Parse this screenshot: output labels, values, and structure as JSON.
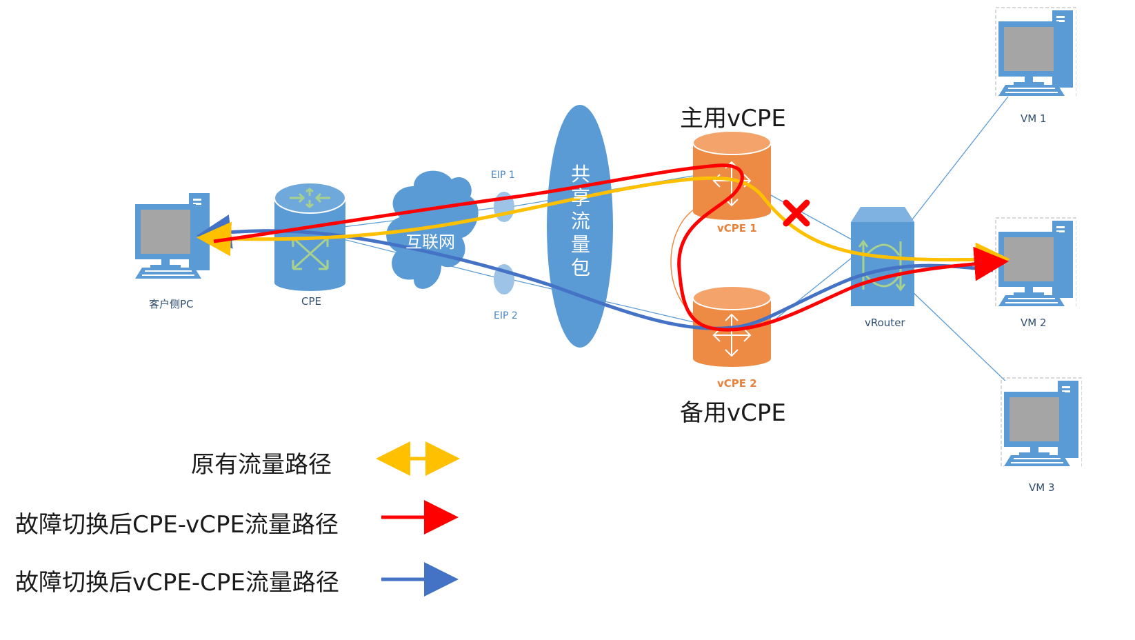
{
  "nodes": {
    "client_pc": "客户侧PC",
    "cpe": "CPE",
    "internet": "互联网",
    "eip1": "EIP 1",
    "eip2": "EIP 2",
    "shared_bandwidth": "共享流量包",
    "primary_vcpe_title": "主用vCPE",
    "vcpe1": "vCPE 1",
    "vcpe2": "vCPE 2",
    "backup_vcpe_title": "备用vCPE",
    "vrouter": "vRouter",
    "vm1": "VM 1",
    "vm2": "VM 2",
    "vm3": "VM 3"
  },
  "legend": [
    {
      "label": "原有流量路径",
      "color": "#ffc000",
      "style": "double-arrow"
    },
    {
      "label": "故障切换后CPE-vCPE流量路径",
      "color": "#ff0000",
      "style": "arrow"
    },
    {
      "label": "故障切换后vCPE-CPE流量路径",
      "color": "#4472c4",
      "style": "arrow"
    }
  ],
  "colors": {
    "device_blue": "#5b9bd5",
    "device_orange": "#ed8b45",
    "original_path": "#ffc000",
    "failover_forward": "#ff0000",
    "failover_return": "#4472c4",
    "failure_mark": "#ff0000"
  },
  "icons": [
    "monitor-icon",
    "router-icon",
    "cloud-icon",
    "switch-icon",
    "failure-x-icon"
  ]
}
